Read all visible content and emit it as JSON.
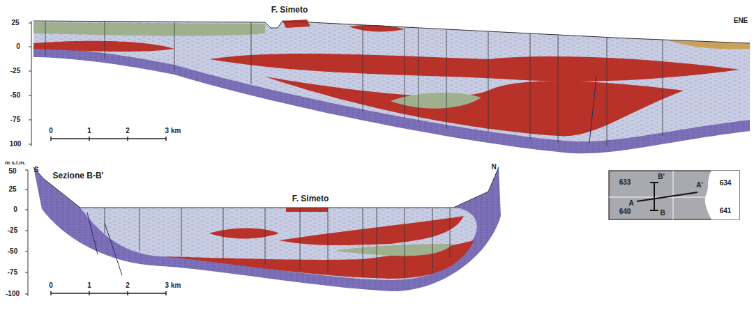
{
  "diagram": {
    "labels": [
      "F. Simeto",
      "ENE",
      "25",
      "0",
      "-25",
      "-50",
      "-75",
      "100",
      "0",
      "1",
      "2",
      "3 km",
      "m s.l.m.",
      "50",
      "S",
      "Sezione B-B'",
      "N",
      "F. Simeto",
      "25",
      "0",
      "-25",
      "-50",
      "-75",
      "-100",
      "0",
      "1",
      "2",
      "3 km",
      "B'",
      "633",
      "A'",
      "634",
      "A",
      "640",
      "B",
      "641"
    ]
  }
}
